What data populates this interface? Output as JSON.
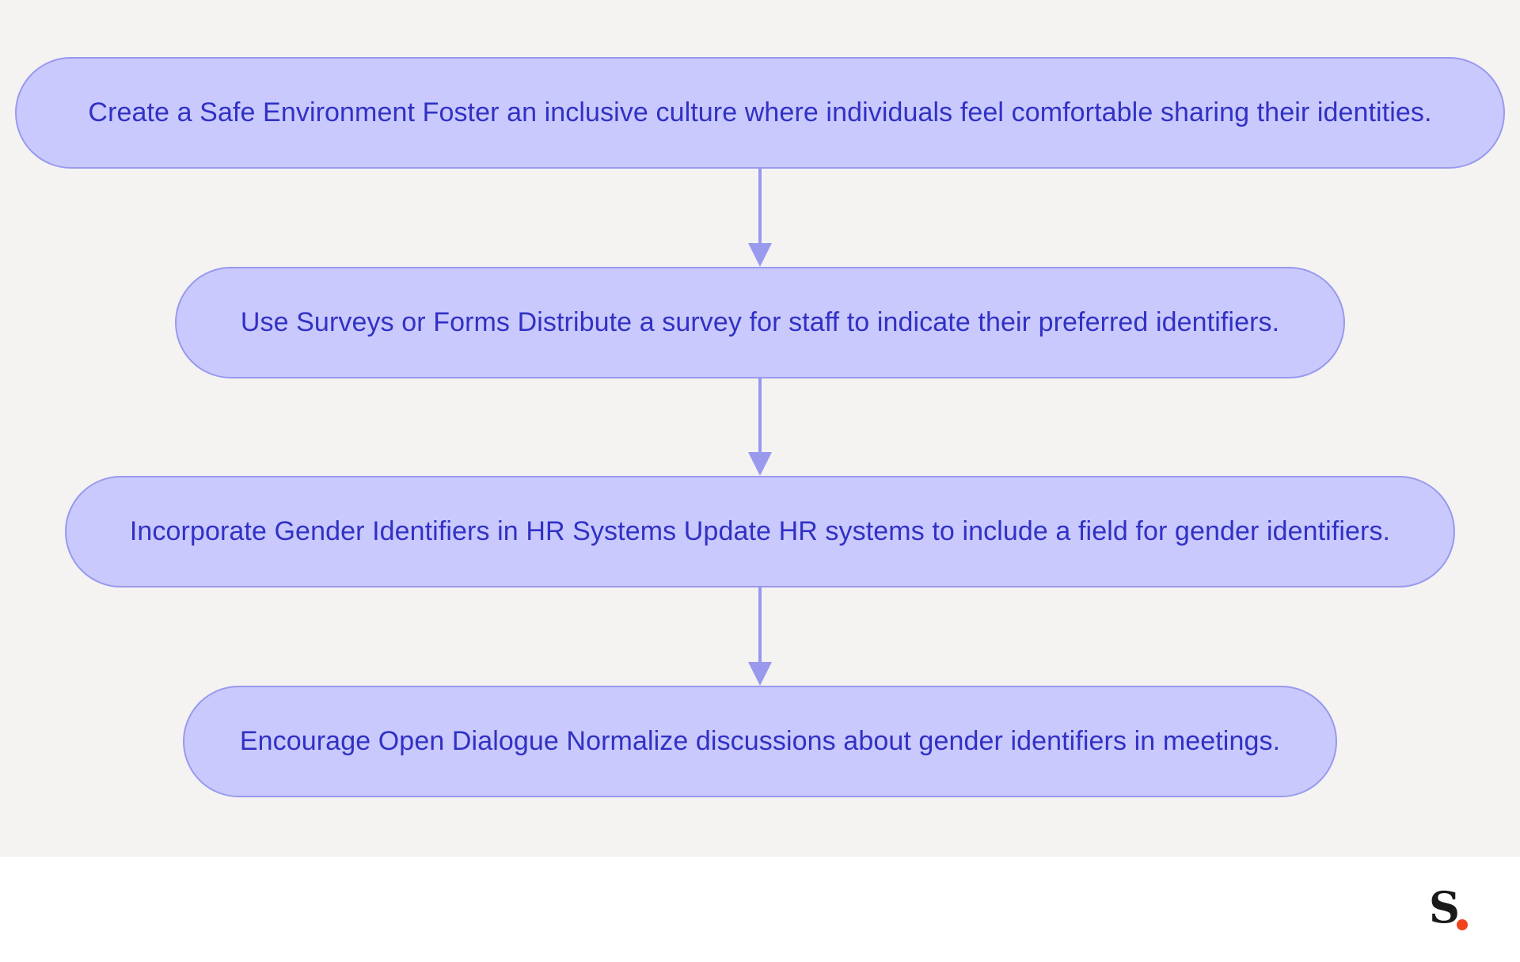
{
  "nodes": [
    {
      "label": "Create a Safe Environment Foster an inclusive culture where individuals feel comfortable sharing their identities."
    },
    {
      "label": "Use Surveys or Forms Distribute a survey for staff to indicate their preferred identifiers."
    },
    {
      "label": "Incorporate Gender Identifiers in HR Systems Update HR systems to include a field for gender identifiers."
    },
    {
      "label": "Encourage Open Dialogue Normalize discussions about gender identifiers in meetings."
    }
  ],
  "edges": [
    {
      "from": 0,
      "to": 1
    },
    {
      "from": 1,
      "to": 2
    },
    {
      "from": 2,
      "to": 3
    }
  ],
  "logo": {
    "letter": "S",
    "dot_color": "#f0421c",
    "icon": "brand-logo"
  },
  "colors": {
    "node_fill": "#c9c9fd",
    "node_border": "#9999ee",
    "node_text": "#3131c4",
    "arrow": "#9999ee",
    "canvas_bg": "#f4f3f2"
  }
}
